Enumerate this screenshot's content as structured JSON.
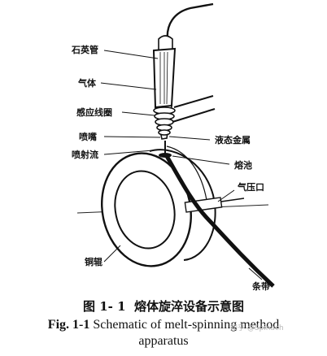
{
  "labels": {
    "quartz_tube": "石英管",
    "gas": "气体",
    "induction_coil": "感应线圈",
    "nozzle": "喷嘴",
    "liquid_metal": "液态金属",
    "jet": "喷射流",
    "melt_pool": "熔池",
    "gas_pressure_port": "气压口",
    "copper_roller": "铜辊",
    "ribbon": "条带"
  },
  "caption": {
    "cn_number": "图 1- 1",
    "cn_title": "熔体旋淬设备示意图",
    "en_number": "Fig. 1-1",
    "en_title_line1": "Schematic of melt-spinning method",
    "en_title_line2": "apparatus"
  },
  "watermark": "知乎 @Spinach"
}
